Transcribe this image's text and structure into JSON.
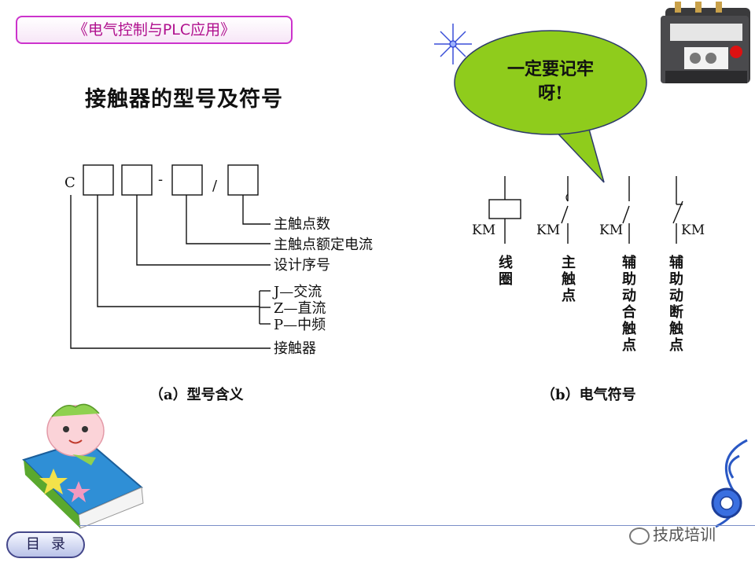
{
  "header": {
    "course_title": "《电气控制与PLC应用》"
  },
  "page": {
    "title": "接触器的型号及符号"
  },
  "callout": {
    "line1": "一定要记牢",
    "line2": "呀!"
  },
  "model_diagram": {
    "prefix": "C",
    "dash": "-",
    "slash": "/",
    "labels": {
      "main_contact_count": "主触点数",
      "main_contact_current": "主触点额定电流",
      "design_number": "设计序号",
      "type_j": "J—交流",
      "type_z": "Z—直流",
      "type_p": "P—中频",
      "contactor": "接触器"
    },
    "caption": "（a）型号含义"
  },
  "symbol_diagram": {
    "symbols": [
      {
        "tag": "KM",
        "name_chars": [
          "线",
          "圈"
        ]
      },
      {
        "tag": "KM",
        "name_chars": [
          "主",
          "触",
          "点"
        ]
      },
      {
        "tag": "KM",
        "name_chars": [
          "辅",
          "助",
          "动",
          "合",
          "触",
          "点"
        ]
      },
      {
        "tag": "KM",
        "name_chars": [
          "辅",
          "助",
          "动",
          "断",
          "触",
          "点"
        ]
      }
    ],
    "caption": "（b）电气符号"
  },
  "footer": {
    "toc_label": "目录",
    "watermark": "技成培训"
  },
  "colors": {
    "accent": "#b0108e",
    "callout_fill": "#8fcc1c",
    "line": "#7a8fc8"
  },
  "icons": [
    "sparkle-icon",
    "thermal-relay-image",
    "cartoon-book-mascot",
    "decorative-scroll-ornament",
    "wechat-icon"
  ]
}
